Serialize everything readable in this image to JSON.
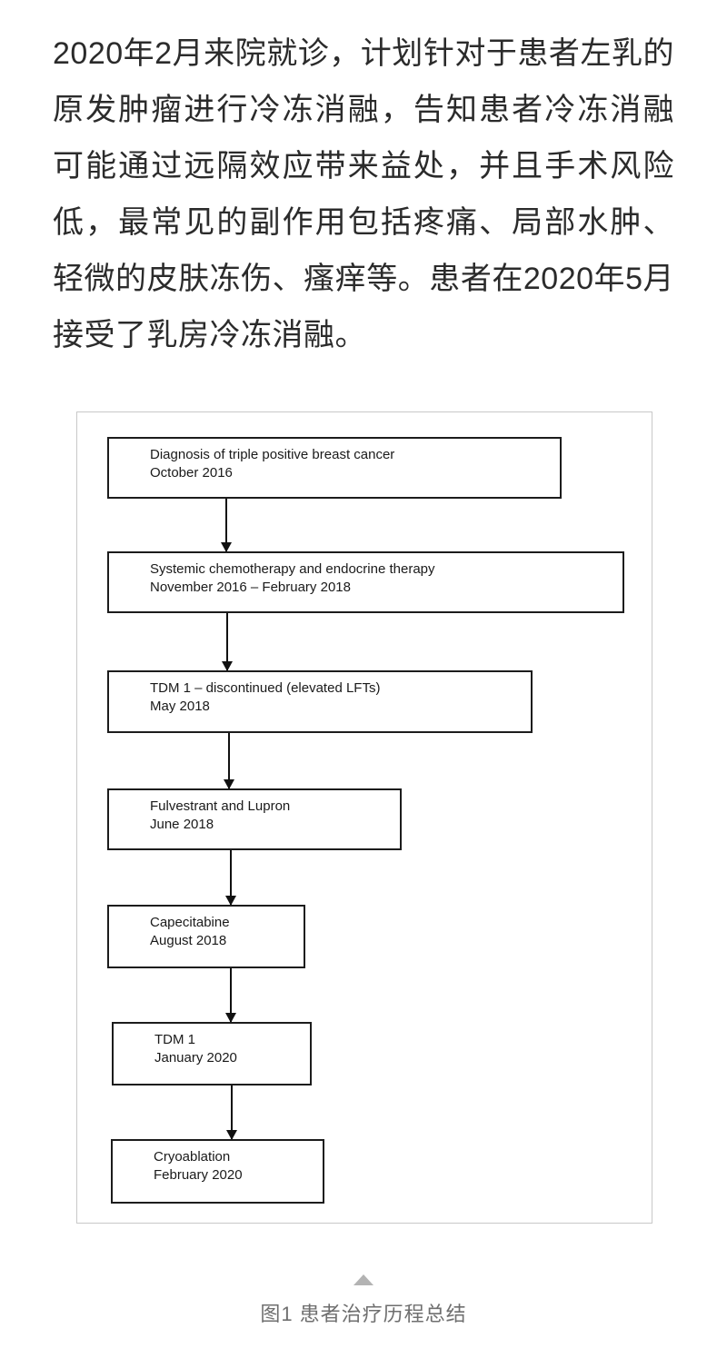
{
  "article": {
    "paragraph": "2020年2月来院就诊，计划针对于患者左乳的原发肿瘤进行冷冻消融，告知患者冷冻消融可能通过远隔效应带来益处，并且手术风险低，最常见的副作用包括疼痛、局部水肿、轻微的皮肤冻伤、瘙痒等。患者在2020年5月接受了乳房冷冻消融。"
  },
  "figure": {
    "type": "flowchart",
    "nodes": [
      {
        "label": "Diagnosis of triple positive breast cancer",
        "date": "October 2016"
      },
      {
        "label": "Systemic chemotherapy and endocrine therapy",
        "date": "November 2016 – February 2018"
      },
      {
        "label": "TDM 1 – discontinued (elevated LFTs)",
        "date": "May 2018"
      },
      {
        "label": "Fulvestrant and Lupron",
        "date": "June 2018"
      },
      {
        "label": "Capecitabine",
        "date": "August 2018"
      },
      {
        "label": "TDM 1",
        "date": "January 2020"
      },
      {
        "label": "Cryoablation",
        "date": "February 2020"
      }
    ],
    "connector": "down-arrow",
    "caption": "图1 患者治疗历程总结",
    "marker_icon": "up-triangle"
  },
  "colors": {
    "page_background": "#ffffff",
    "body_text": "#2b2b2b",
    "figure_border": "#c8c8c8",
    "node_border": "#1c1c1c",
    "node_text": "#1a1a1a",
    "arrow": "#111111",
    "caption_text": "#6f6f6f",
    "triangle_marker": "#b3b3b3"
  }
}
